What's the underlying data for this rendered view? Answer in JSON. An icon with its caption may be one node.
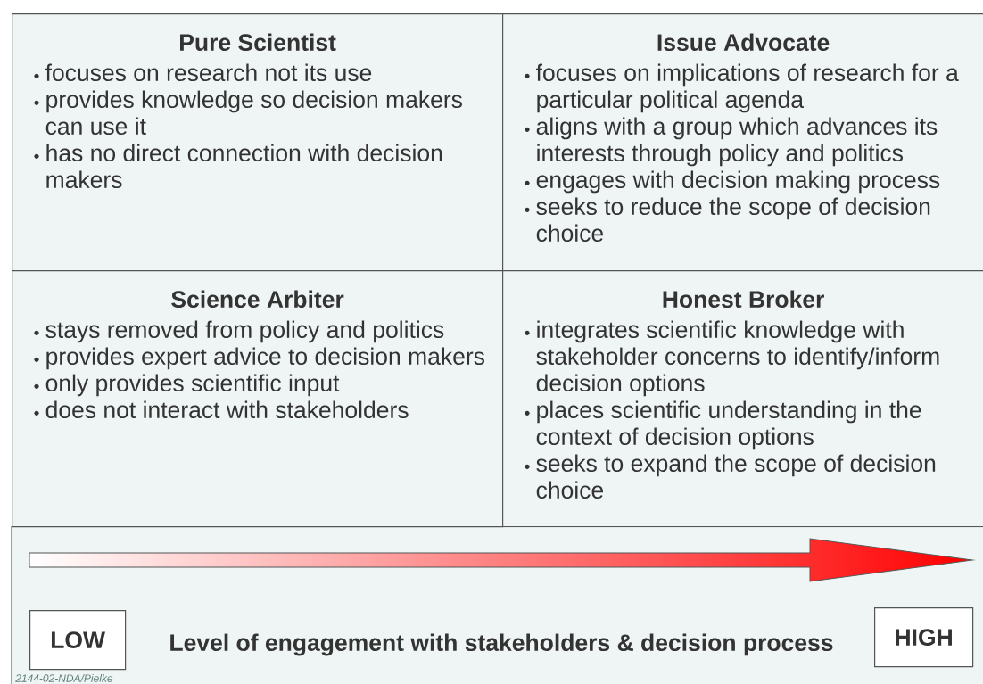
{
  "diagram": {
    "nodes": [
      {
        "text": [
          "Pure Scientist",
          "focuses on research not its use",
          "provides knowledge so decision makers can use it",
          "has no direct connection with decision makers"
        ]
      },
      {
        "text": [
          "Issue Advocate",
          "focuses on implications of research for a particular political agenda",
          "aligns with a group which advances its interests through policy and politics",
          "engages with decision making process",
          "seeks to reduce the scope of decision choice"
        ]
      },
      {
        "text": [
          "Science Arbiter",
          "stays removed from policy and politics",
          "provides expert advice to decision makers",
          "only provides scientific input",
          "does not interact with stakeholders"
        ]
      },
      {
        "text": [
          "Honest Broker",
          "integrates scientific knowledge with stakeholder concerns to identify/inform decision options",
          "places scientific understanding in the context of decision options",
          "seeks to expand the scope of decision choice"
        ]
      },
      {
        "text": [
          "LOW"
        ]
      },
      {
        "text": [
          "HIGH"
        ]
      }
    ],
    "labels": [
      "Level of engagement with stakeholders & decision process",
      "2144-02-NDA/Pielke"
    ]
  }
}
